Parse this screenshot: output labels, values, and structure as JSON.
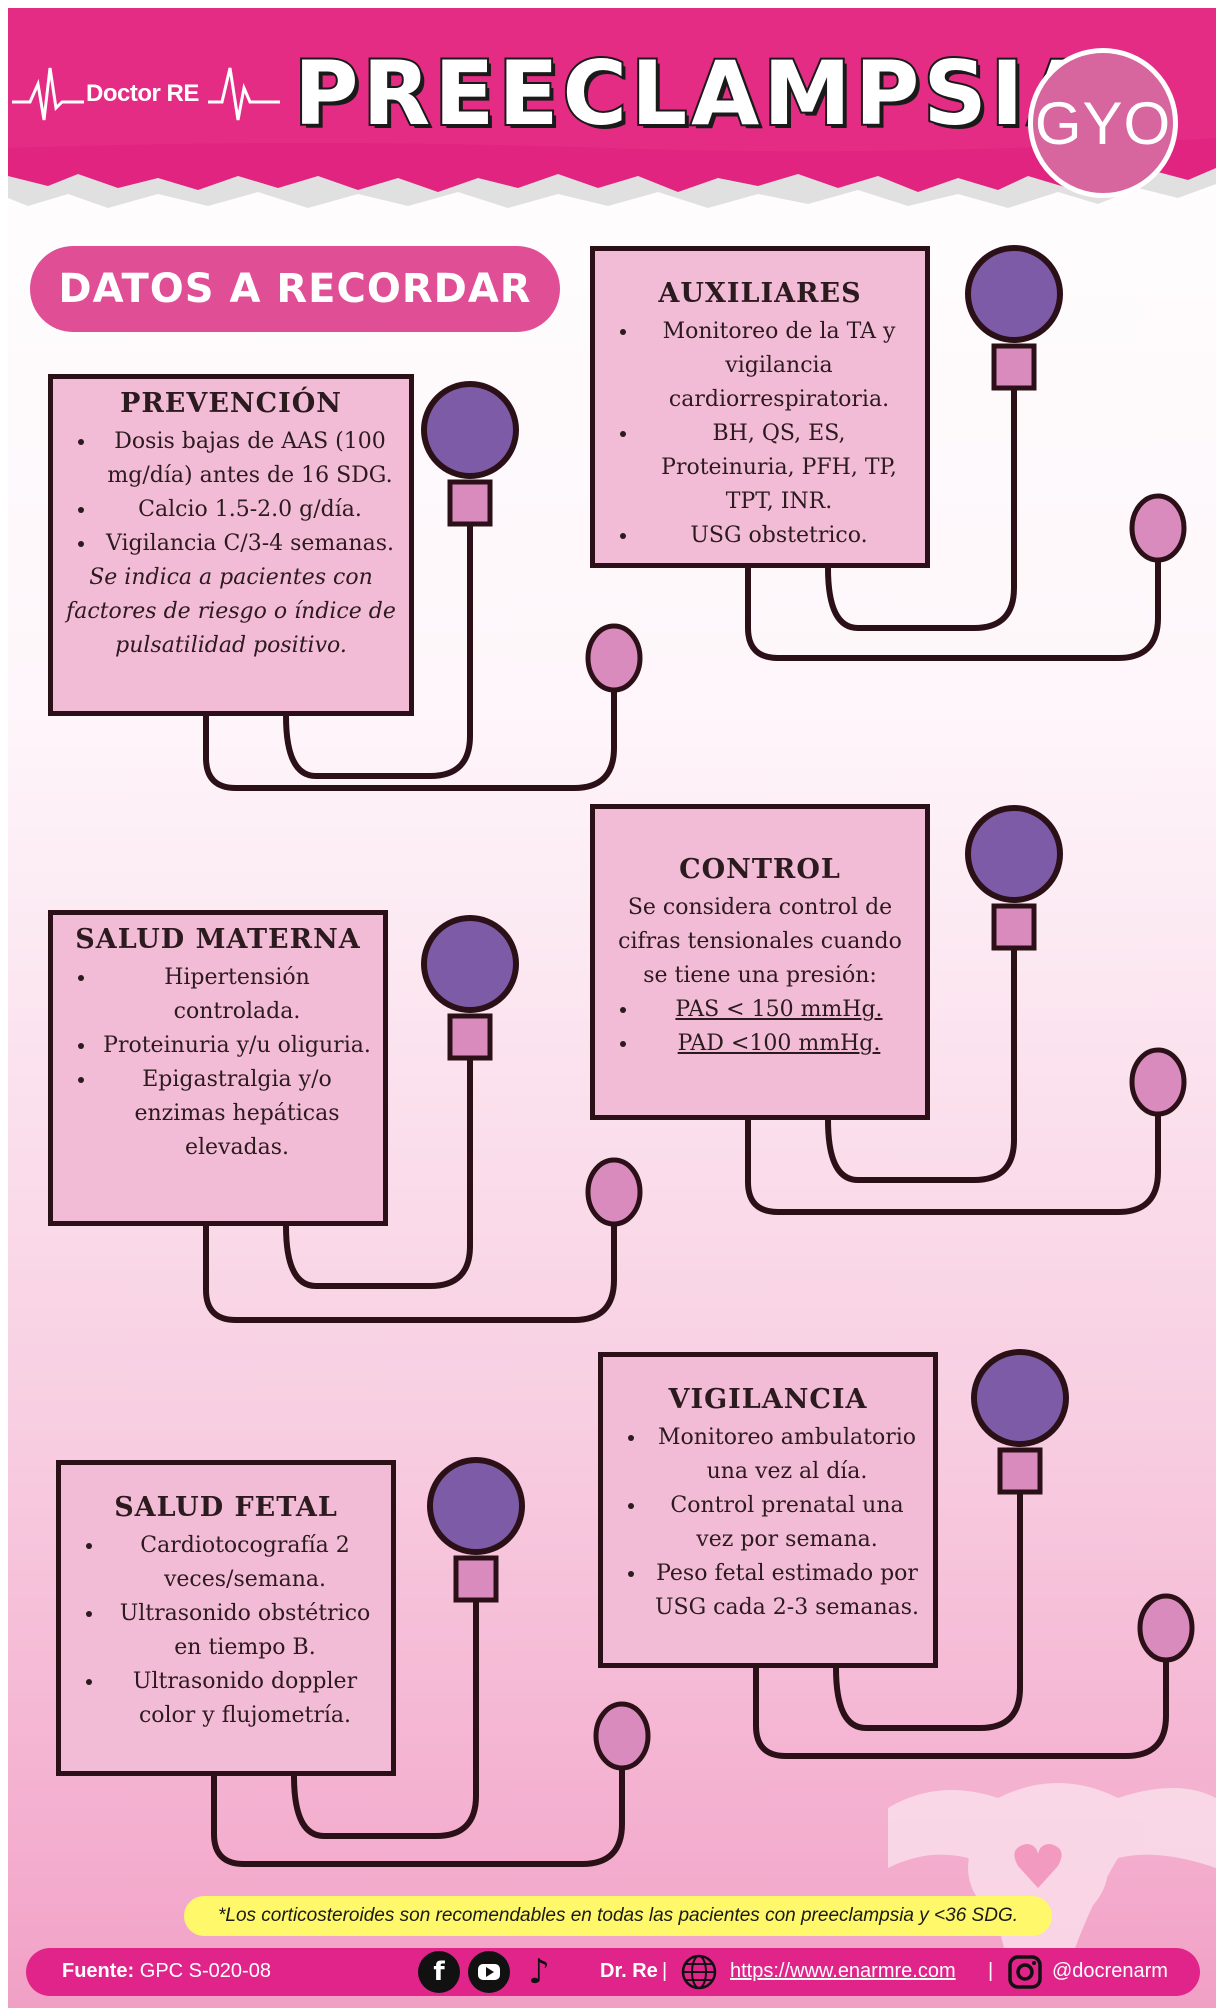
{
  "header": {
    "logo_text": "Doctor RE",
    "title": "PREECLAMPSIA",
    "badge": "GYO",
    "colors": {
      "primary": "#e0248a",
      "accent": "#7a59a8",
      "card": "#f3bcd6"
    }
  },
  "section_label": "DATOS A RECORDAR",
  "cards": {
    "prevencion": {
      "title": "PREVENCIÓN",
      "items": [
        "Dosis bajas de AAS (100 mg/día) antes de 16 SDG.",
        "Calcio 1.5-2.0 g/día.",
        "Vigilancia C/3-4 semanas."
      ],
      "note": "Se indica a pacientes con factores de riesgo o índice de pulsatilidad positivo."
    },
    "auxiliares": {
      "title": "AUXILIARES",
      "items": [
        "Monitoreo de la TA y vigilancia cardiorrespiratoria.",
        "BH, QS, ES, Proteinuria, PFH, TP, TPT, INR.",
        "USG obstetrico."
      ]
    },
    "control": {
      "title": "CONTROL",
      "intro": "Se considera control de cifras tensionales cuando se tiene una presión:",
      "items": [
        "PAS < 150 mmHg.",
        "PAD <100 mmHg."
      ]
    },
    "salud_materna": {
      "title": "SALUD MATERNA",
      "items": [
        "Hipertensión controlada.",
        "Proteinuria y/u oliguria.",
        "Epigastralgia y/o enzimas hepáticas elevadas."
      ]
    },
    "vigilancia": {
      "title": "VIGILANCIA",
      "items": [
        "Monitoreo ambulatorio una vez al día.",
        "Control prenatal una vez por semana.",
        "Peso fetal estimado por USG cada 2-3 semanas."
      ]
    },
    "salud_fetal": {
      "title": "SALUD FETAL",
      "items": [
        "Cardiotocografía 2 veces/semana.",
        "Ultrasonido obstétrico en tiempo B.",
        "Ultrasonido doppler color y flujometría."
      ]
    }
  },
  "disclaimer": "*Los corticosteroides son recomendables en todas las pacientes con preeclampsia y  <36 SDG.",
  "footer": {
    "source_label": "Fuente:",
    "source_value": "GPC S-020-08",
    "brand": "Dr. Re",
    "separator": "|",
    "url": "https://www.enarmre.com",
    "handle": "@docrenarm",
    "icons": [
      "facebook-icon",
      "youtube-icon",
      "tiktok-icon",
      "globe-icon",
      "instagram-icon"
    ]
  }
}
